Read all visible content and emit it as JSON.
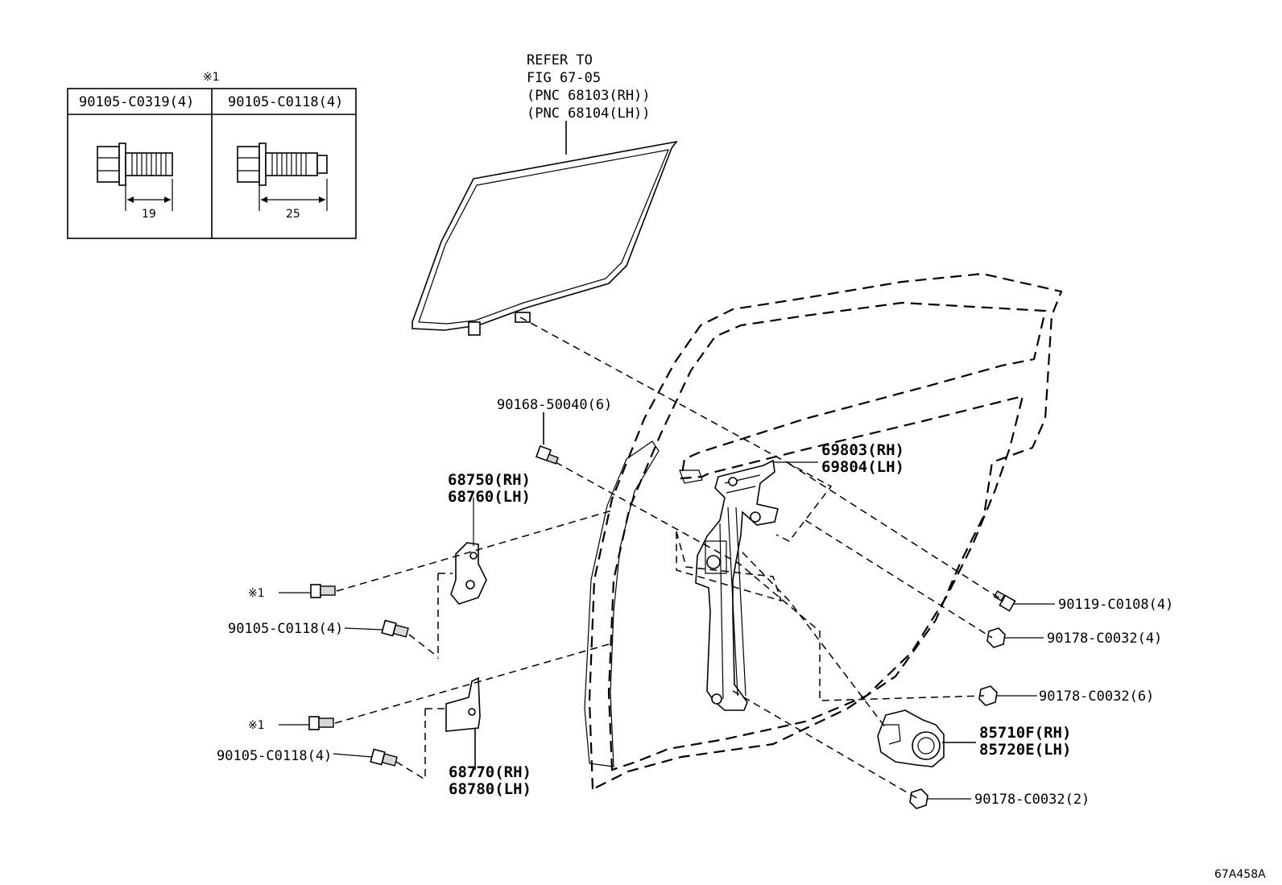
{
  "diagram_id": "67A458A",
  "bolt_table": {
    "marker": "※1",
    "col1_header": "90105-C0319(4)",
    "col2_header": "90105-C0118(4)",
    "col1_length": "19",
    "col2_length": "25"
  },
  "glass_ref": {
    "line1": "REFER TO",
    "line2": "FIG 67-05",
    "line3": "(PNC 68103(RH))",
    "line4": "(PNC 68104(LH))"
  },
  "labels": {
    "bolt_90168": "90168-50040(6)",
    "regulator_rh": "69803(RH)",
    "regulator_lh": "69804(LH)",
    "hinge_upper_rh": "68750(RH)",
    "hinge_upper_lh": "68760(LH)",
    "marker_upper": "※1",
    "bolt_upper_c0118": "90105-C0118(4)",
    "marker_lower": "※1",
    "bolt_lower_c0118": "90105-C0118(4)",
    "hinge_lower_rh": "68770(RH)",
    "hinge_lower_lh": "68780(LH)",
    "bolt_90119": "90119-C0108(4)",
    "nut_90178_4": "90178-C0032(4)",
    "nut_90178_6": "90178-C0032(6)",
    "motor_rh": "85710F(RH)",
    "motor_lh": "85720E(LH)",
    "nut_90178_2": "90178-C0032(2)"
  }
}
